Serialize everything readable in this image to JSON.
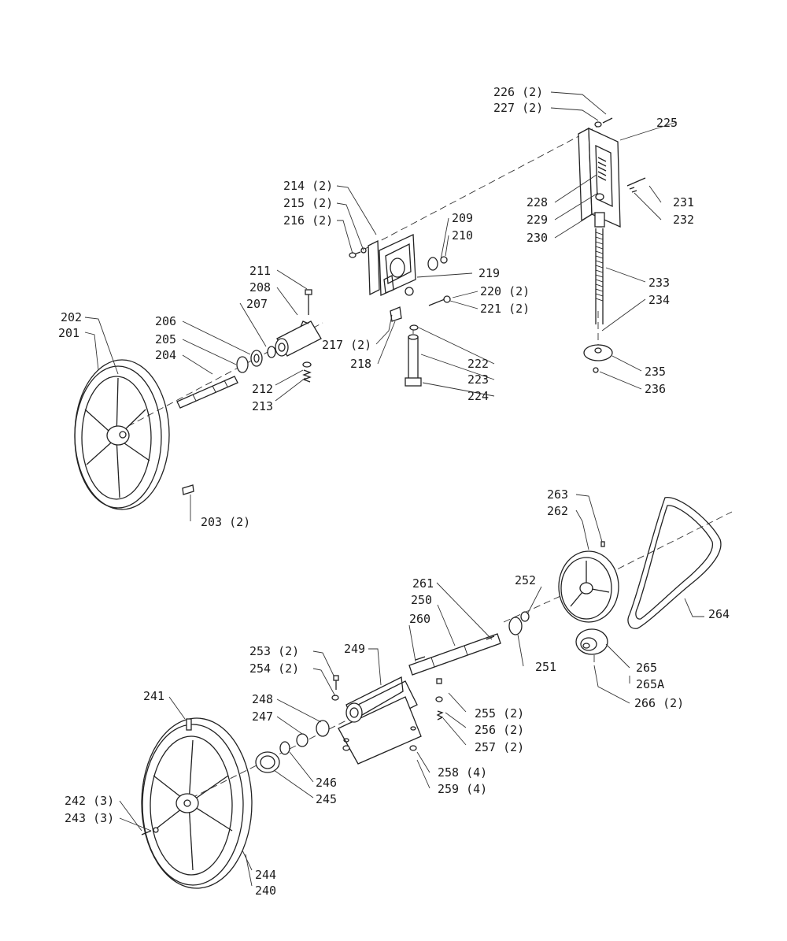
{
  "labels": {
    "l201": "201",
    "l202": "202",
    "l203": "203 (2)",
    "l204": "204",
    "l205": "205",
    "l206": "206",
    "l207": "207",
    "l208": "208",
    "l209": "209",
    "l210": "210",
    "l211": "211",
    "l212": "212",
    "l213": "213",
    "l214": "214 (2)",
    "l215": "215 (2)",
    "l216": "216 (2)",
    "l217": "217 (2)",
    "l218": "218",
    "l219": "219",
    "l220": "220 (2)",
    "l221": "221 (2)",
    "l222": "222",
    "l223": "223",
    "l224": "224",
    "l225": "225",
    "l226": "226 (2)",
    "l227": "227 (2)",
    "l228": "228",
    "l229": "229",
    "l230": "230",
    "l231": "231",
    "l232": "232",
    "l233": "233",
    "l234": "234",
    "l235": "235",
    "l236": "236",
    "l240": "240",
    "l241": "241",
    "l242": "242 (3)",
    "l243": "243 (3)",
    "l244": "244",
    "l245": "245",
    "l246": "246",
    "l247": "247",
    "l248": "248",
    "l249": "249",
    "l250": "250",
    "l251": "251",
    "l252": "252",
    "l253": "253 (2)",
    "l254": "254 (2)",
    "l255": "255 (2)",
    "l256": "256 (2)",
    "l257": "257 (2)",
    "l258": "258 (4)",
    "l259": "259 (4)",
    "l260": "260",
    "l261": "261",
    "l262": "262",
    "l263": "263",
    "l264": "264",
    "l265": "265",
    "l265a": "265A",
    "l266": "266 (2)"
  }
}
